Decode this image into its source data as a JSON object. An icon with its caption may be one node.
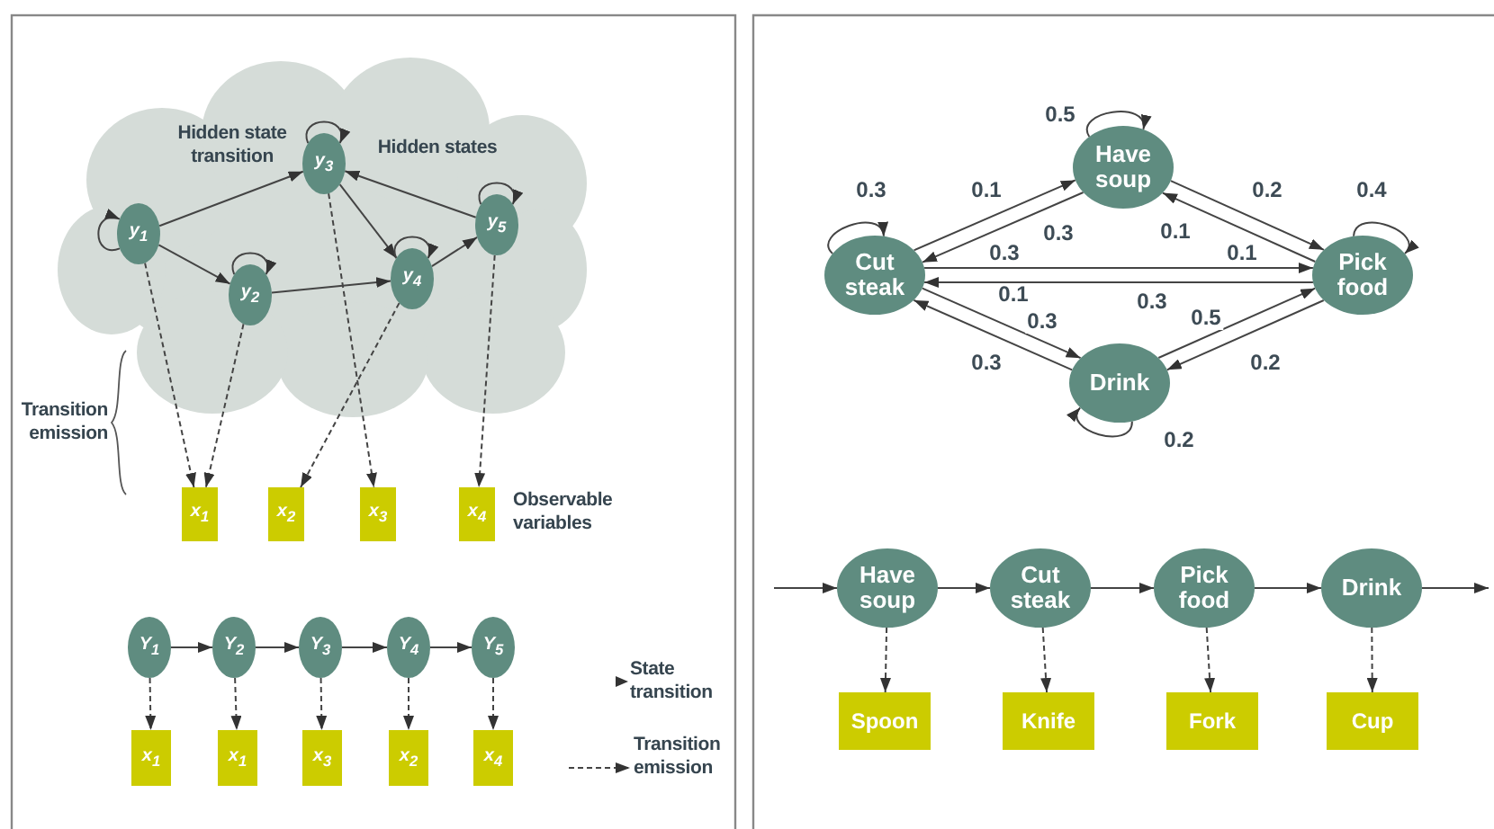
{
  "diagram": {
    "nodes": [
      {
        "text": [
          "Hidden state transition",
          "Hidden states"
        ]
      },
      {
        "text": [
          "y$_{1}$"
        ],
        "in": 0
      },
      {
        "text": [
          "y$_{2}$"
        ],
        "in": 0
      },
      {
        "text": [
          "y$_{3}$"
        ],
        "in": 0
      },
      {
        "text": [
          "y$_{4}$"
        ],
        "in": 0
      },
      {
        "text": [
          "y$_{5}$"
        ],
        "in": 0
      },
      {
        "text": [
          "x$_{1}$"
        ]
      },
      {
        "text": [
          "x$_{2}$"
        ]
      },
      {
        "text": [
          "x$_{3}$"
        ]
      },
      {
        "text": [
          "x$_{4}$"
        ]
      },
      {
        "text": [
          "Y$_{1}$"
        ]
      },
      {
        "text": [
          "Y$_{2}$"
        ]
      },
      {
        "text": [
          "Y$_{3}$"
        ]
      },
      {
        "text": [
          "Y$_{4}$"
        ]
      },
      {
        "text": [
          "Y$_{5}$"
        ]
      },
      {
        "text": [
          "x$_{1}$"
        ]
      },
      {
        "text": [
          "x$_{1}$"
        ]
      },
      {
        "text": [
          "x$_{3}$"
        ]
      },
      {
        "text": [
          "x$_{2}$"
        ]
      },
      {
        "text": [
          "x$_{4}$"
        ]
      },
      {
        "text": [
          "Have soup"
        ]
      },
      {
        "text": [
          "Cut steak"
        ]
      },
      {
        "text": [
          "Pick food"
        ]
      },
      {
        "text": [
          "Drink"
        ]
      },
      {
        "text": [
          "Have soup"
        ]
      },
      {
        "text": [
          "Cut steak"
        ]
      },
      {
        "text": [
          "Pick food"
        ]
      },
      {
        "text": [
          "Drink"
        ]
      },
      {
        "text": [
          "Spoon"
        ]
      },
      {
        "text": [
          "Knife"
        ]
      },
      {
        "text": [
          "Fork"
        ]
      },
      {
        "text": [
          "Cup"
        ]
      }
    ],
    "edges": [
      {
        "from": 1,
        "to": 3,
        "arrow": "to"
      },
      {
        "from": 1,
        "to": 2,
        "arrow": "to"
      },
      {
        "from": 2,
        "to": 4,
        "arrow": "to"
      },
      {
        "from": 3,
        "to": 4,
        "arrow": "to"
      },
      {
        "from": 4,
        "to": 5,
        "arrow": "to"
      },
      {
        "from": 5,
        "to": 3,
        "arrow": "to"
      },
      {
        "from": 1,
        "to": 1,
        "arrow": "to"
      },
      {
        "from": 2,
        "to": 2,
        "arrow": "to"
      },
      {
        "from": 3,
        "to": 3,
        "arrow": "to"
      },
      {
        "from": 4,
        "to": 4,
        "arrow": "to"
      },
      {
        "from": 5,
        "to": 5,
        "arrow": "to"
      },
      {
        "from": 1,
        "to": 6,
        "arrow": "to",
        "style": "dashed"
      },
      {
        "from": 2,
        "to": 6,
        "arrow": "to",
        "style": "dashed"
      },
      {
        "from": 3,
        "to": 8,
        "arrow": "to",
        "style": "dashed"
      },
      {
        "from": 4,
        "to": 7,
        "arrow": "to",
        "style": "dashed"
      },
      {
        "from": 5,
        "to": 9,
        "arrow": "to",
        "style": "dashed"
      },
      {
        "from": 10,
        "to": 11,
        "arrow": "to"
      },
      {
        "from": 11,
        "to": 12,
        "arrow": "to"
      },
      {
        "from": 12,
        "to": 13,
        "arrow": "to"
      },
      {
        "from": 13,
        "to": 14,
        "arrow": "to"
      },
      {
        "from": 10,
        "to": 15,
        "arrow": "to",
        "style": "dashed"
      },
      {
        "from": 11,
        "to": 16,
        "arrow": "to",
        "style": "dashed"
      },
      {
        "from": 12,
        "to": 17,
        "arrow": "to",
        "style": "dashed"
      },
      {
        "from": 13,
        "to": 18,
        "arrow": "to",
        "style": "dashed"
      },
      {
        "from": 14,
        "to": 19,
        "arrow": "to",
        "style": "dashed"
      },
      {
        "from": 20,
        "to": 20,
        "arrow": "to",
        "label": "0.5"
      },
      {
        "from": 21,
        "to": 21,
        "arrow": "to",
        "label": "0.3"
      },
      {
        "from": 22,
        "to": 22,
        "arrow": "to",
        "label": "0.4"
      },
      {
        "from": 23,
        "to": 23,
        "arrow": "to",
        "label": "0.2"
      },
      {
        "from": 21,
        "to": 20,
        "arrow": "to",
        "label": "0.1"
      },
      {
        "from": 20,
        "to": 21,
        "arrow": "to",
        "label": "0.3"
      },
      {
        "from": 20,
        "to": 22,
        "arrow": "to",
        "label": "0.2"
      },
      {
        "from": 22,
        "to": 20,
        "arrow": "to",
        "label": "0.1"
      },
      {
        "from": 21,
        "to": 22,
        "arrow": "to",
        "label": "0.1"
      },
      {
        "from": 22,
        "to": 21,
        "arrow": "to",
        "label": "0.3"
      },
      {
        "from": 21,
        "to": 23,
        "arrow": "to",
        "label": "0.3"
      },
      {
        "from": 23,
        "to": 21,
        "arrow": "to",
        "label": "0.3"
      },
      {
        "from": 23,
        "to": 22,
        "arrow": "to",
        "label": "0.5"
      },
      {
        "from": 22,
        "to": 23,
        "arrow": "to",
        "label": "0.2"
      },
      {
        "from": null,
        "to": 24,
        "arrow": "to"
      },
      {
        "from": 24,
        "to": 25,
        "arrow": "to"
      },
      {
        "from": 25,
        "to": 26,
        "arrow": "to"
      },
      {
        "from": 26,
        "to": 27,
        "arrow": "to"
      },
      {
        "from": 27,
        "to": null,
        "arrow": "to"
      },
      {
        "from": 24,
        "to": 28,
        "arrow": "to",
        "style": "dashed"
      },
      {
        "from": 25,
        "to": 29,
        "arrow": "to",
        "style": "dashed"
      },
      {
        "from": 26,
        "to": 30,
        "arrow": "to",
        "style": "dashed"
      },
      {
        "from": 27,
        "to": 31,
        "arrow": "to",
        "style": "dashed"
      }
    ],
    "labels": [
      "Transition emission",
      "Observable variables",
      "0.3",
      "0.1"
    ],
    "legend": [
      {
        "text": "State transition"
      },
      {
        "text": "Transition emission"
      }
    ]
  }
}
